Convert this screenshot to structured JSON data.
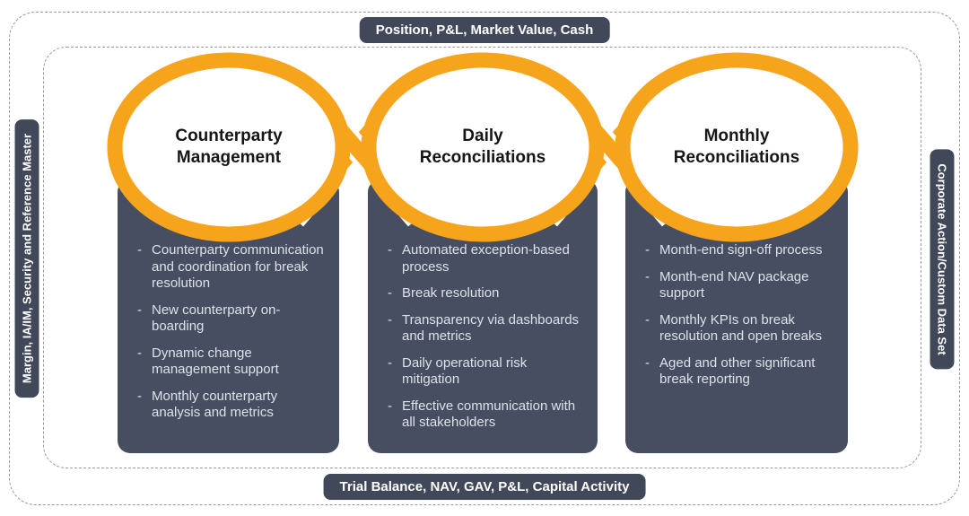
{
  "edge_labels": {
    "top": "Position, P&L, Market Value, Cash",
    "bottom": "Trial Balance, NAV, GAV, P&L, Capital Activity",
    "left": "Margin, IA/IM, Security and Reference Master",
    "right": "Corporate Action/Custom Data Set"
  },
  "columns": [
    {
      "title": "Counterparty Management",
      "items": [
        "Counterparty communication and coordination for break resolution",
        "New counterparty on-boarding",
        "Dynamic change management support",
        "Monthly counterparty analysis and metrics"
      ]
    },
    {
      "title": "Daily Reconciliations",
      "items": [
        "Automated exception-based process",
        "Break resolution",
        "Transparency via dashboards and metrics",
        "Daily operational risk mitigation",
        "Effective communication with all stakeholders"
      ]
    },
    {
      "title": "Monthly Reconciliations",
      "items": [
        "Month-end sign-off process",
        "Month-end NAV package support",
        "Monthly KPIs on break resolution and open breaks",
        "Aged and other significant break reporting"
      ]
    }
  ],
  "colors": {
    "ribbon_orange": "#F7A41D",
    "panel_slate": "#474E62",
    "badge_slate": "#414859",
    "bullet_text": "#DFE1E8",
    "heading_text": "#161616",
    "border_dash": "#9A9A9A"
  }
}
